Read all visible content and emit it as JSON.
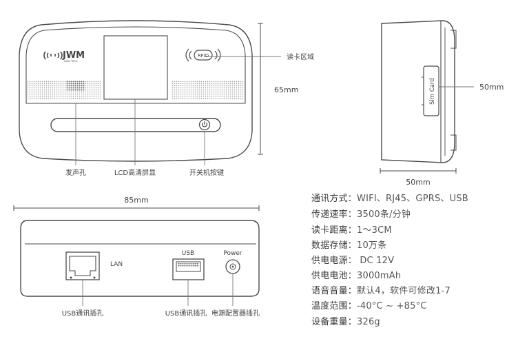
{
  "colors": {
    "line": "#4a4a4a",
    "text": "#444444",
    "background": "#ffffff"
  },
  "device": {
    "logo_text": "JWM",
    "logo_sub": "HIGH TECH",
    "rfid_label": "RFID",
    "sim_label": "Sim Card",
    "usb_label": "USB",
    "lan_label": "LAN",
    "power_label": "Power",
    "power_icon": "power-icon"
  },
  "callouts": {
    "card_area": "读卡区域",
    "speaker": "发声孔",
    "lcd": "LCD高清屏显",
    "power_key": "开关机按键",
    "usb_comm_port_1": "USB通讯插孔",
    "usb_comm_port_2": "USB通讯插孔",
    "power_adapter_port": "电源配置器插孔"
  },
  "dimensions": {
    "height": "65mm",
    "side_depth": "50mm",
    "side_width": "50mm",
    "length": "85mm"
  },
  "specs": [
    {
      "key": "通讯方式：",
      "value": "WIFI、RJ45、GPRS、USB"
    },
    {
      "key": "传递速率：",
      "value": "3500条/分钟"
    },
    {
      "key": "读卡距离：",
      "value": "1～3CM"
    },
    {
      "key": "数据存储：",
      "value": "10万条"
    },
    {
      "key": "供电电源：",
      "value": " DC 12V"
    },
    {
      "key": "供电电池：",
      "value": "3000mAh"
    },
    {
      "key": "语音音量：",
      "value": "默认4，软件可修改1-7"
    },
    {
      "key": "温度范围：",
      "value": "-40°C ~ +85°C"
    },
    {
      "key": "设备重量：",
      "value": "326g"
    }
  ]
}
